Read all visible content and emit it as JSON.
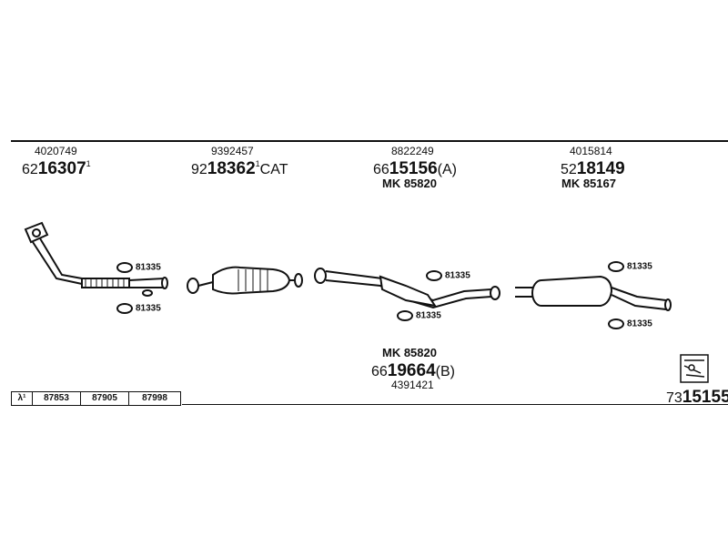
{
  "labels": {
    "part1": {
      "ref": "4020749",
      "num_prefix": "62",
      "num_main": "16307",
      "sup": "1"
    },
    "part2": {
      "ref": "9392457",
      "num_prefix": "92",
      "num_main": "18362",
      "sup": "1",
      "suffix": "CAT"
    },
    "part3": {
      "ref": "8822249",
      "num_prefix": "66",
      "num_main": "15156",
      "suffix": "(A)",
      "mk": "MK 85820"
    },
    "part4": {
      "ref": "4015814",
      "num_prefix": "52",
      "num_main": "18149",
      "mk": "MK 85167"
    },
    "part5": {
      "mk": "MK 85820",
      "num_prefix": "66",
      "num_main": "19664",
      "suffix": "(B)",
      "ref": "4391421"
    }
  },
  "clamps": {
    "c1": "81335",
    "c2": "81335",
    "c3": "81335",
    "c4": "81335",
    "c5": "81335",
    "c6": "81335"
  },
  "table": {
    "lambda": "λ¹",
    "cells": [
      "87853",
      "87905",
      "87998"
    ]
  },
  "bottom_right": {
    "num_prefix": "73",
    "num_main": "15155",
    "icon": "pipe-kit-icon"
  }
}
